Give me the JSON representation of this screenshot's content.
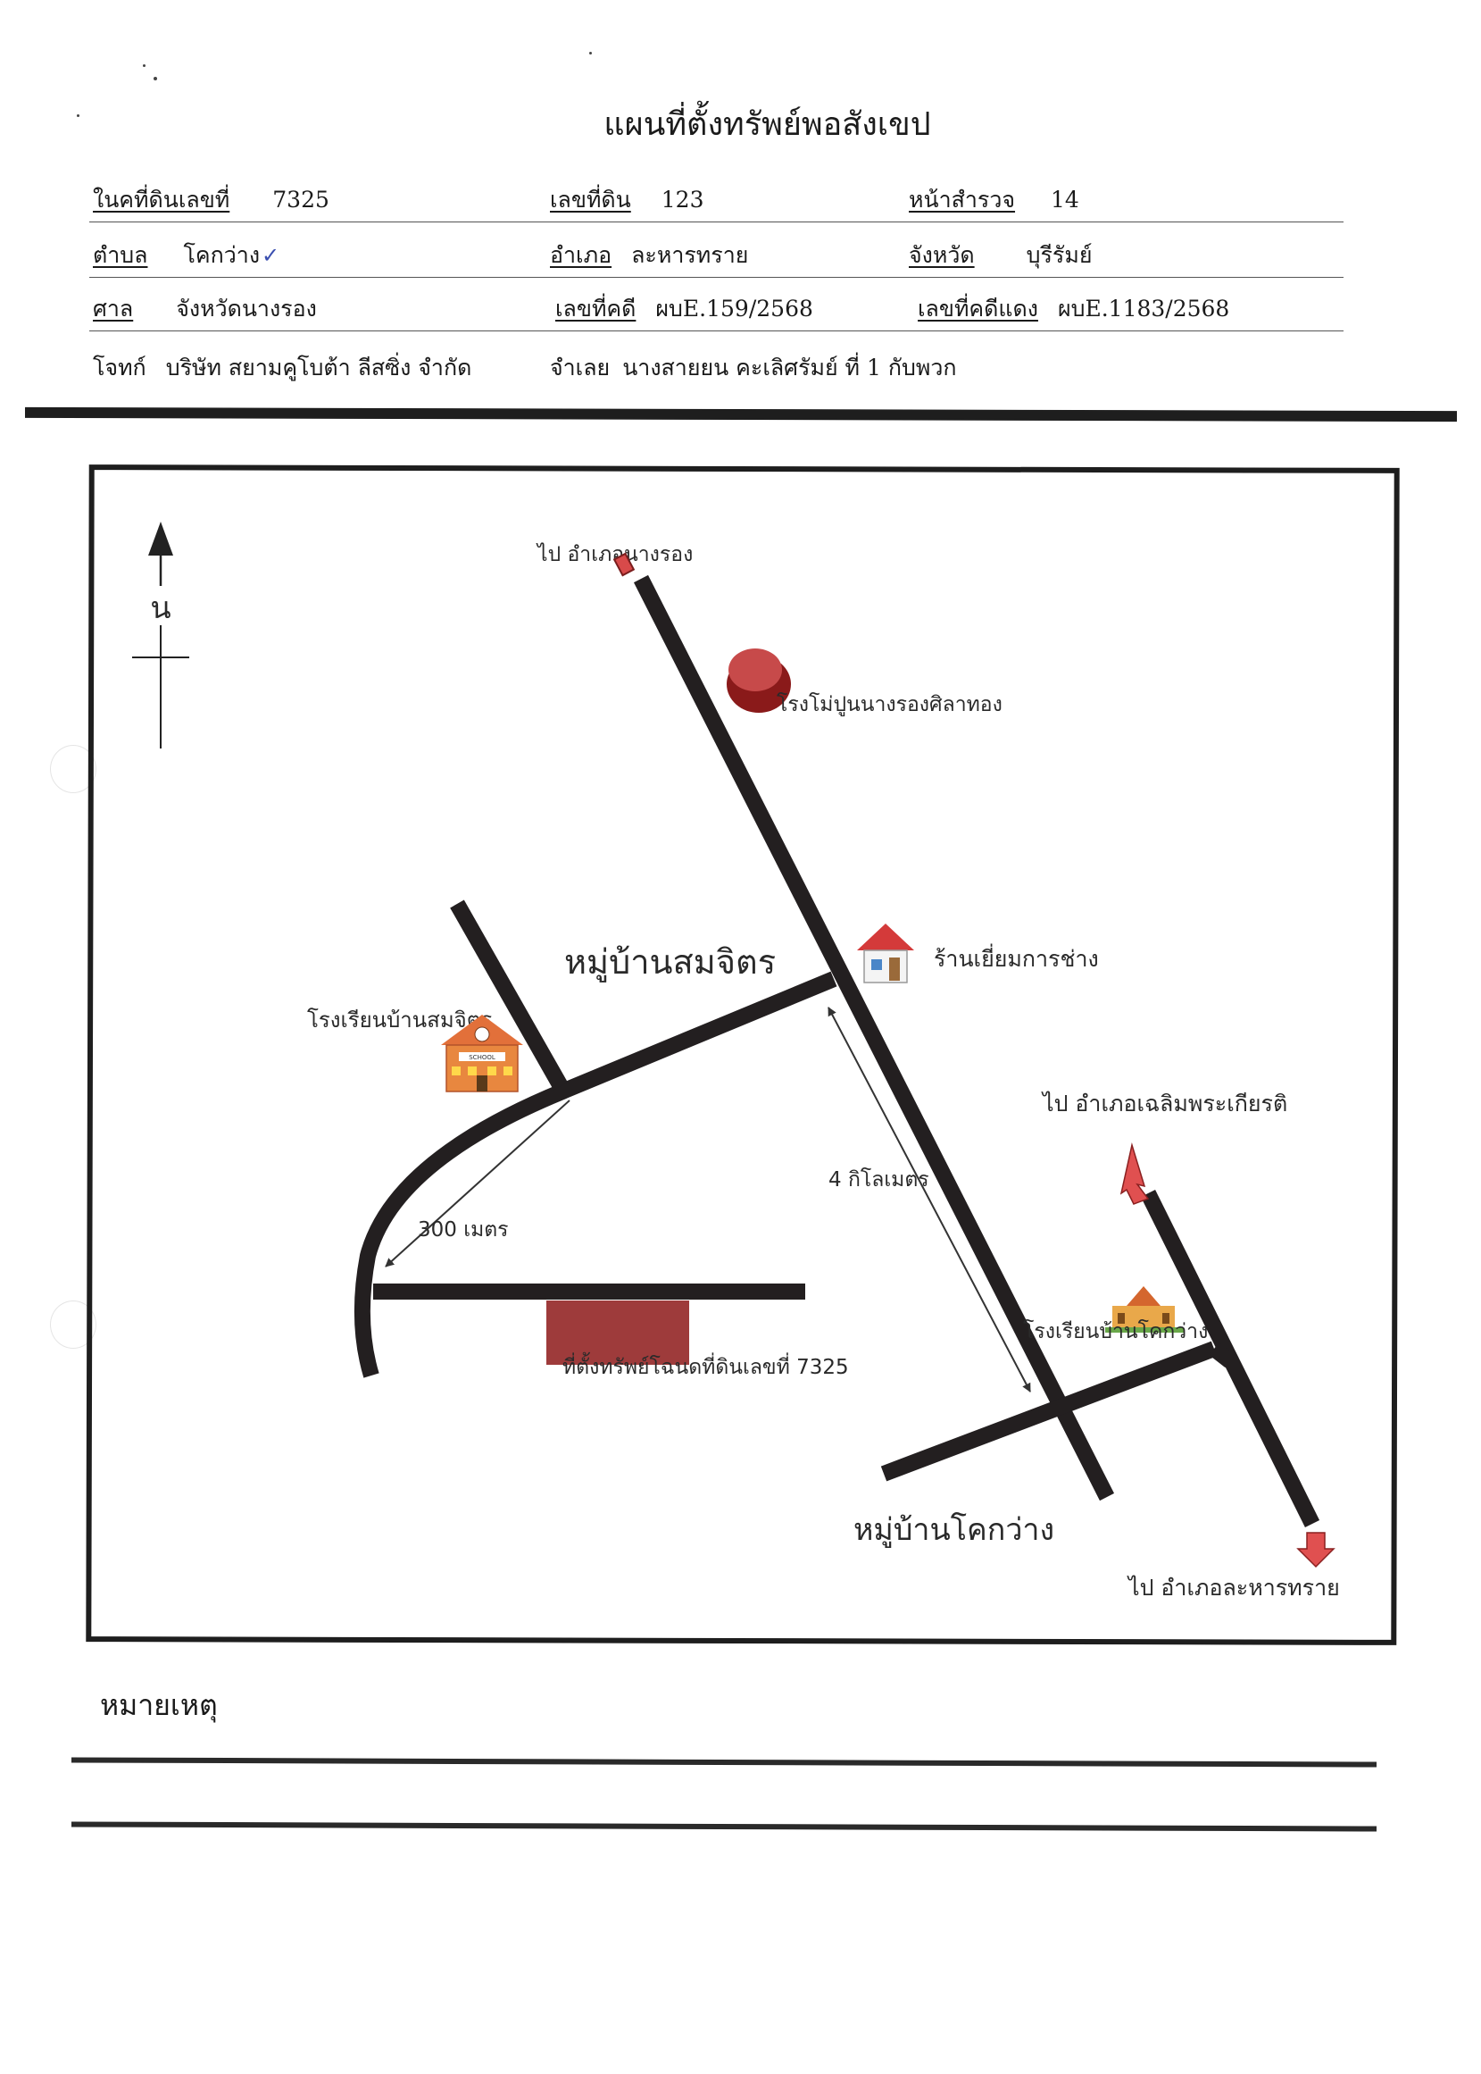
{
  "document": {
    "title": "แผนที่ตั้งทรัพย์พอสังเขป",
    "fields": {
      "deed_label": "ในคที่ดินเลขที่",
      "deed_value": "7325",
      "land_no_label": "เลขที่ดิน",
      "land_no_value": "123",
      "survey_label": "หน้าสำรวจ",
      "survey_value": "14",
      "subdistrict_label": "ตำบล",
      "subdistrict_value": "โคกว่าง",
      "district_label": "อำเภอ",
      "district_value": "ละหารทราย",
      "province_label": "จังหวัด",
      "province_value": "บุรีรัมย์",
      "court_label": "ศาล",
      "court_value": "จังหวัดนางรอง",
      "case_no_label": "เลขที่คดี",
      "case_no_value": "ผบE.159/2568",
      "red_case_label": "เลขที่คดีแดง",
      "red_case_value": "ผบE.1183/2568",
      "plaintiff_label": "โจทก์",
      "plaintiff_value": "บริษัท สยามคูโบต้า ลีสซิ่ง จำกัด",
      "defendant_label": "จำเลย",
      "defendant_value": "นางสายยน คะเลิศรัมย์ ที่ 1 กับพวก"
    },
    "remarks_label": "หมายเหตุ"
  },
  "map": {
    "north_label": "น",
    "labels": {
      "to_nangrong": "ไป อำเภอนางรอง",
      "cement_factory": "โรงโม่ปูนนางรองศิลาทอง",
      "village_somjit": "หมู่บ้านสมจิตร",
      "shop": "ร้านเยี่ยมการช่าง",
      "school_somjit": "โรงเรียนบ้านสมจิตร",
      "school_sign": "SCHOOL",
      "to_chaloem": "ไป อำเภอเฉลิมพระเกียรติ",
      "dist_4km": "4 กิโลเมตร",
      "dist_300m": "300 เมตร",
      "property": "ที่ตั้งทรัพย์โฉนดที่ดินเลขที่ 7325",
      "school_khokwang": "โรงเรียนบ้านโคกว่าง",
      "village_khokwang": "หมู่บ้านโคกว่าง",
      "to_laharnsai": "ไป อำเภอละหารทราย"
    },
    "icons": [
      "north-arrow-icon",
      "factory-marker-icon",
      "house-icon",
      "school-icon",
      "temple-school-icon",
      "arrow-up-icon",
      "arrow-down-icon"
    ],
    "colors": {
      "road": "#231f20",
      "property": "#9e3b3b",
      "marker_red": "#c0392b",
      "arrow_red": "#e05050"
    }
  }
}
